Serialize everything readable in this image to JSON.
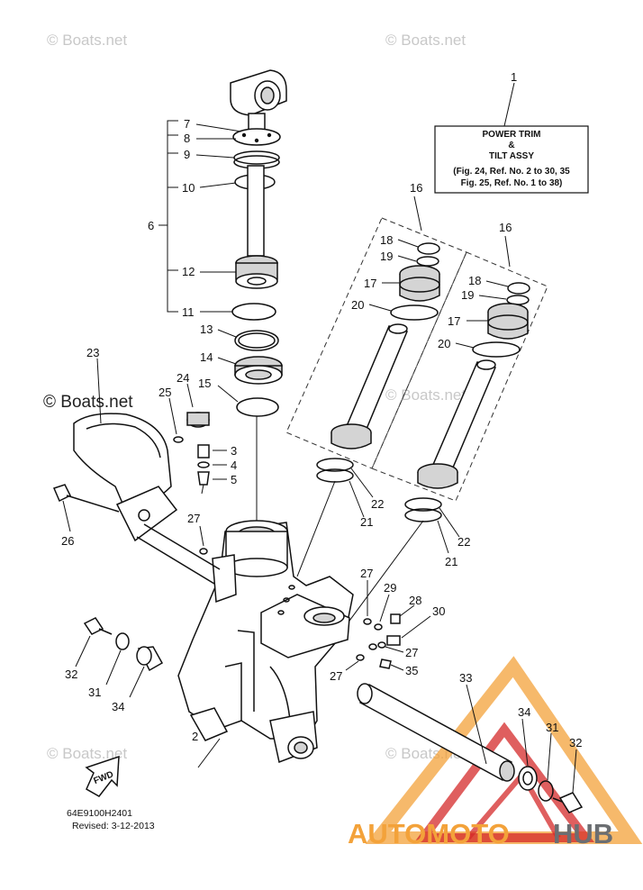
{
  "watermarks": {
    "top_left": "© Boats.net",
    "top_right": "© Boats.net",
    "middle_left": "© Boats.net",
    "middle_right": "© Boats.net",
    "bottom_left": "© Boats.net",
    "bottom_right": "© Boats.net"
  },
  "assy_box": {
    "line1": "POWER TRIM",
    "line2": "&",
    "line3": "TILT ASSY",
    "line4": "(Fig. 24, Ref. No. 2 to 30, 35",
    "line5": "Fig. 25, Ref. No. 1 to 38)"
  },
  "labels": {
    "l1": "1",
    "l2": "2",
    "l3": "3",
    "l4": "4",
    "l5": "5",
    "l6": "6",
    "l7": "7",
    "l8": "8",
    "l9": "9",
    "l10": "10",
    "l11": "11",
    "l12": "12",
    "l13": "13",
    "l14": "14",
    "l15": "15",
    "l16a": "16",
    "l16b": "16",
    "l17a": "17",
    "l17b": "17",
    "l18a": "18",
    "l18b": "18",
    "l19a": "19",
    "l19b": "19",
    "l20a": "20",
    "l20b": "20",
    "l21a": "21",
    "l21b": "21",
    "l22a": "22",
    "l22b": "22",
    "l23": "23",
    "l24": "24",
    "l25": "25",
    "l26": "26",
    "l27a": "27",
    "l27b": "27",
    "l27c": "27",
    "l27d": "27",
    "l28": "28",
    "l29": "29",
    "l30": "30",
    "l31a": "31",
    "l31b": "31",
    "l32a": "32",
    "l32b": "32",
    "l33": "33",
    "l34a": "34",
    "l34b": "34",
    "l35": "35"
  },
  "fwd_label": "FWD",
  "footer": {
    "part_code": "64E9100H2401",
    "revised": "Revised: 3-12-2013"
  },
  "logo": {
    "brand_part1": "AUTOMOTO",
    "brand_part2": "HUB",
    "color_orange": "#f3a23a",
    "color_gray": "#6b6e72",
    "color_red": "#d42a2a"
  }
}
